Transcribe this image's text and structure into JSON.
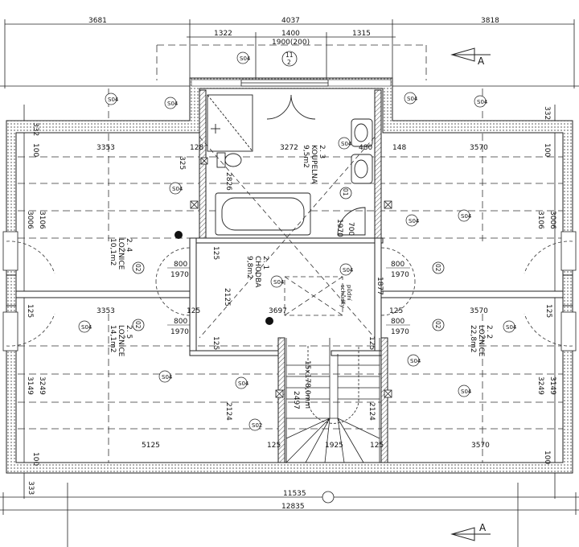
{
  "dimensions": {
    "top_left": "3681",
    "top_mid": "4037",
    "top_right": "3818",
    "mid_a": "1322",
    "mid_b": "1400",
    "mid_c": "1315",
    "opening": "1900(200)",
    "left_332": "332",
    "right_332": "332",
    "left_100": "100",
    "right_100": "100",
    "left_3106": "3106",
    "right_3106": "3106",
    "left_3006": "3006",
    "right_3006": "3006",
    "left_125": "125",
    "right_125": "125",
    "left_3249": "3249",
    "right_3249": "3249",
    "left_3149": "3149",
    "right_3149": "3149",
    "left_100b": "100",
    "right_100b": "100",
    "left_333": "333",
    "r1_left": "3353",
    "r1_mid": "3272",
    "r1_right": "3570",
    "d128": "128",
    "d148": "148",
    "d480": "480",
    "d325": "325",
    "d2826": "2826",
    "d700": "700",
    "d1970": "1970",
    "d125a": "125",
    "d2125": "2125",
    "d125b": "125",
    "d1877": "1877",
    "r2_left": "3353",
    "r2_mid": "3697",
    "r2_right": "3570",
    "d125c": "125",
    "d125d": "125",
    "d125e": "125",
    "d2124": "2124",
    "d2497": "2497",
    "d2124b": "2124",
    "stair_note": "15x178,0mm",
    "bot_left": "5125",
    "bot_stair": "1925",
    "bot_right": "3570",
    "d125f": "125",
    "d125g": "125",
    "total_inner": "11535",
    "total_outer": "12835"
  },
  "doors": [
    {
      "w": "800",
      "h": "1970"
    },
    {
      "w": "800",
      "h": "1970"
    },
    {
      "w": "800",
      "h": "1970"
    },
    {
      "w": "800",
      "h": "1970"
    }
  ],
  "rooms": {
    "bath": {
      "num": "2. 3",
      "name": "KOUPELNA",
      "area": "9,5m2"
    },
    "bed_nw": {
      "num": "2. 4",
      "name": "LOŽNICE",
      "area": "10,1m2"
    },
    "hall": {
      "num": "2. 1",
      "name": "CHODBA",
      "area": "9,8m2"
    },
    "bed_sw": {
      "num": "2. 5",
      "name": "LOŽNICE",
      "area": "14,1m2"
    },
    "bed_e": {
      "num": "2. 2",
      "name": "LOŽNICE",
      "area": "22,8m2"
    }
  },
  "attic_hatch": {
    "l1": "půdní",
    "l2": "schůdky"
  },
  "markers": {
    "axis": "11",
    "axis2": "2",
    "d01": "01",
    "d02a": "02",
    "d02b": "02",
    "d02c": "02",
    "d02d": "02"
  },
  "section": {
    "label": "A",
    "label2": "A"
  },
  "tags": {
    "s1": "S04",
    "s2": "S02"
  }
}
